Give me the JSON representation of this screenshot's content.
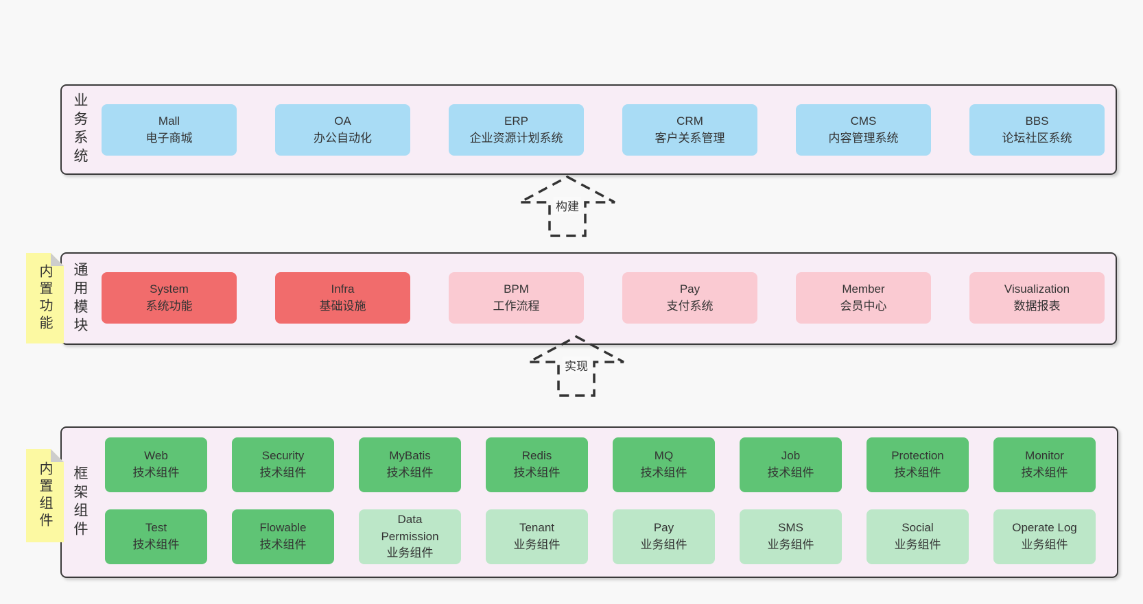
{
  "diagram": {
    "business": {
      "label": "业务系统",
      "boxes": [
        {
          "name": "Mall",
          "desc": "电子商城"
        },
        {
          "name": "OA",
          "desc": "办公自动化"
        },
        {
          "name": "ERP",
          "desc": "企业资源计划系统"
        },
        {
          "name": "CRM",
          "desc": "客户关系管理"
        },
        {
          "name": "CMS",
          "desc": "内容管理系统"
        },
        {
          "name": "BBS",
          "desc": "论坛社区系统"
        }
      ]
    },
    "arrow_build": "构建",
    "arrow_implement": "实现",
    "modules": {
      "sticky": "内置功能",
      "label": "通用模块",
      "boxes": [
        {
          "name": "System",
          "desc": "系统功能"
        },
        {
          "name": "Infra",
          "desc": "基础设施"
        },
        {
          "name": "BPM",
          "desc": "工作流程"
        },
        {
          "name": "Pay",
          "desc": "支付系统"
        },
        {
          "name": "Member",
          "desc": "会员中心"
        },
        {
          "name": "Visualization",
          "desc": "数据报表"
        }
      ]
    },
    "components": {
      "sticky": "内置组件",
      "label": "框架组件",
      "row1": [
        {
          "name": "Web",
          "desc": "技术组件"
        },
        {
          "name": "Security",
          "desc": "技术组件"
        },
        {
          "name": "MyBatis",
          "desc": "技术组件"
        },
        {
          "name": "Redis",
          "desc": "技术组件"
        },
        {
          "name": "MQ",
          "desc": "技术组件"
        },
        {
          "name": "Job",
          "desc": "技术组件"
        },
        {
          "name": "Protection",
          "desc": "技术组件"
        },
        {
          "name": "Monitor",
          "desc": "技术组件"
        }
      ],
      "row2": [
        {
          "name": "Test",
          "desc": "技术组件"
        },
        {
          "name": "Flowable",
          "desc": "技术组件"
        },
        {
          "name": "Data Permission",
          "desc": "业务组件"
        },
        {
          "name": "Tenant",
          "desc": "业务组件"
        },
        {
          "name": "Pay",
          "desc": "业务组件"
        },
        {
          "name": "SMS",
          "desc": "业务组件"
        },
        {
          "name": "Social",
          "desc": "业务组件"
        },
        {
          "name": "Operate Log",
          "desc": "业务组件"
        }
      ]
    },
    "colors": {
      "page_bg": "#f8f8f8",
      "panel_bg": "#f8edf6",
      "panel_border": "#3a3a3a",
      "blue_box": "#a9dcf5",
      "red_box": "#f16c6c",
      "pink_box": "#facad2",
      "green_dark_box": "#5fc475",
      "green_light_box": "#bce7c8",
      "sticky_bg": "#fcf9a2",
      "sticky_fold": "#cdcdcd",
      "arrow_stroke": "#333333",
      "text": "#333333"
    }
  }
}
